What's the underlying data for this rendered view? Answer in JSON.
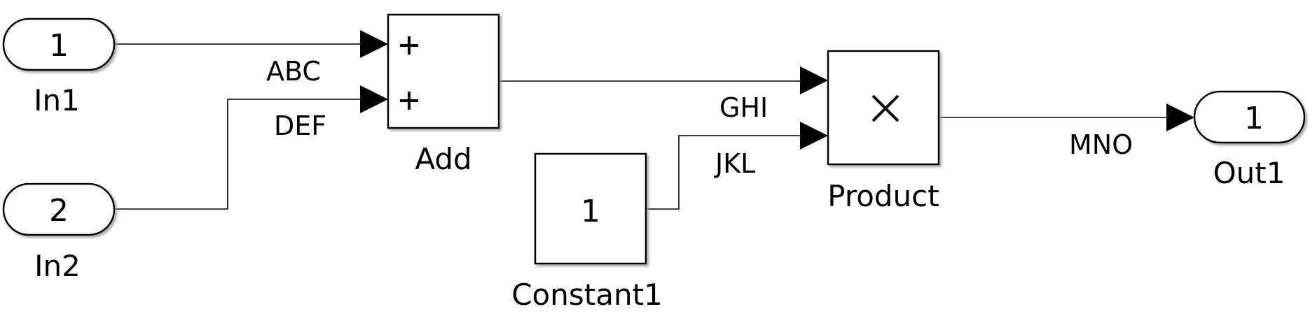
{
  "diagram": {
    "type": "simulink-block-diagram",
    "colors": {
      "line": "#000000",
      "block_fill": "#ffffff",
      "background": "#ffffff",
      "shadow": "#9a9a9a"
    },
    "blocks": {
      "in1": {
        "name": "In1",
        "value": "1",
        "kind": "inport"
      },
      "in2": {
        "name": "In2",
        "value": "2",
        "kind": "inport"
      },
      "add": {
        "name": "Add",
        "signs": [
          "+",
          "+"
        ],
        "kind": "sum"
      },
      "constant1": {
        "name": "Constant1",
        "value": "1",
        "kind": "constant"
      },
      "product": {
        "name": "Product",
        "symbol": "×",
        "kind": "product"
      },
      "out1": {
        "name": "Out1",
        "value": "1",
        "kind": "outport"
      }
    },
    "signals": {
      "abc": {
        "label": "ABC",
        "from": "In1",
        "to": "Add (input 1)"
      },
      "def": {
        "label": "DEF",
        "from": "In2",
        "to": "Add (input 2)"
      },
      "ghi": {
        "label": "GHI",
        "from": "Add",
        "to": "Product (input 1)"
      },
      "jkl": {
        "label": "JKL",
        "from": "Constant1",
        "to": "Product (input 2)"
      },
      "mno": {
        "label": "MNO",
        "from": "Product",
        "to": "Out1"
      }
    }
  }
}
